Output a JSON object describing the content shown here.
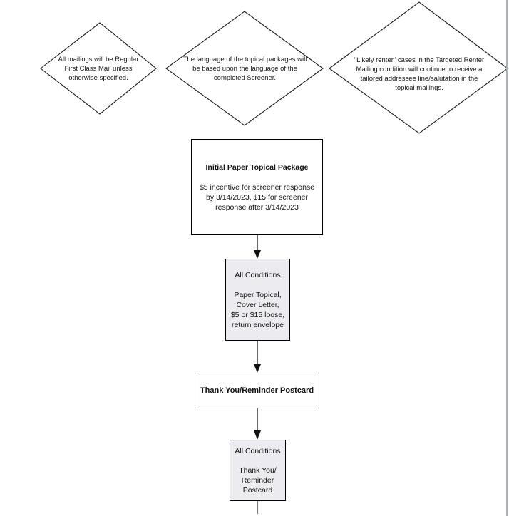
{
  "notes": [
    {
      "text": "All mailings will be Regular\nFirst Class Mail unless\notherwise specified."
    },
    {
      "text": "The language of the topical packages will\nbe based upon the language of the\ncompleted Screener."
    },
    {
      "text": "\"Likely renter\" cases in the Targeted Renter\nMailing condition will continue to receive a\ntailored addressee line/salutation in the\ntopical mailings."
    }
  ],
  "flow": {
    "initial_package": {
      "title": "Initial Paper Topical Package",
      "body": "$5 incentive for screener response\nby 3/14/2023, $15 for screener\nresponse after 3/14/2023"
    },
    "all_conditions_1": {
      "title": "All Conditions",
      "body": "Paper Topical,\nCover Letter,\n$5 or $15 loose,\nreturn envelope"
    },
    "postcard": {
      "title": "Thank You/Reminder Postcard"
    },
    "all_conditions_2": {
      "title": "All Conditions",
      "body": "Thank You/\nReminder\nPostcard"
    }
  },
  "colors": {
    "shaded_box_fill": "#ececf0",
    "shape_border": "#000000",
    "arrow": "#000000",
    "page_edge_line": "#a8b2bc"
  }
}
